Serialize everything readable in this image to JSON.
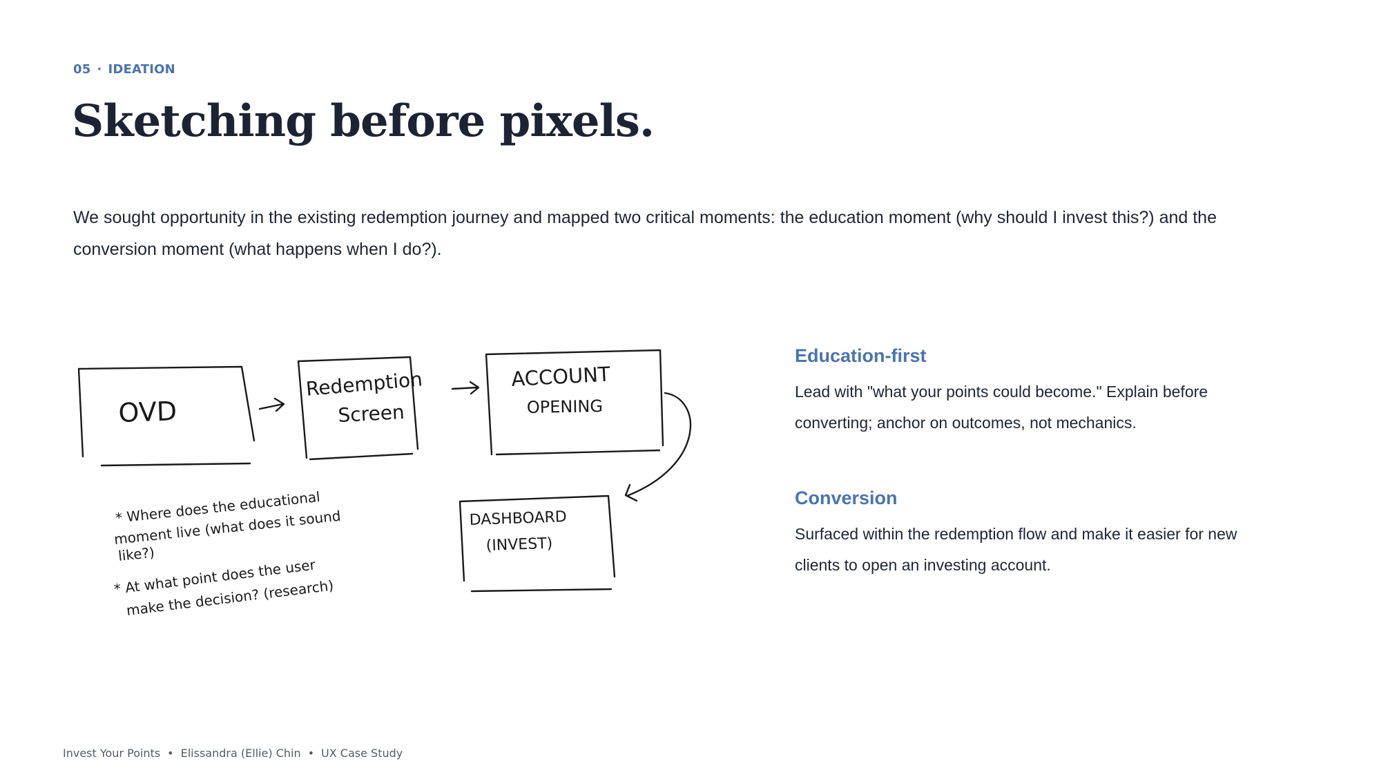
{
  "header": {
    "section_number": "05",
    "separator": "·",
    "section_label": "IDEATION"
  },
  "title": "Sketching before pixels.",
  "intro": "We sought opportunity in the existing redemption journey and mapped two critical moments: the education moment (why should I invest this?) and the conversion moment (what happens when I do?).",
  "sketch": {
    "boxes": [
      "OVD",
      "Redemption",
      "Screen",
      "ACCOUNT",
      "OPENING",
      "DASHBOARD",
      "(INVEST)"
    ],
    "notes": [
      "* Where does the educational",
      "moment live (what does it sound",
      "like?)",
      "* At what point does the user",
      "make the decision? (research)"
    ]
  },
  "cards": [
    {
      "title": "Education-first",
      "body": "Lead with \"what your points could become.\" Explain before converting; anchor on outcomes, not mechanics."
    },
    {
      "title": "Conversion",
      "body": "Surfaced within the redemption flow and make it easier for new clients to open an investing account."
    }
  ],
  "footer": {
    "project": "Invest Your Points",
    "author": "Elissandra (Ellie) Chin",
    "type": "UX Case Study",
    "dot": "•"
  },
  "colors": {
    "accent": "#4a73b0",
    "heading": "#1c2434",
    "body": "#1e2533",
    "footer": "#555c66"
  }
}
